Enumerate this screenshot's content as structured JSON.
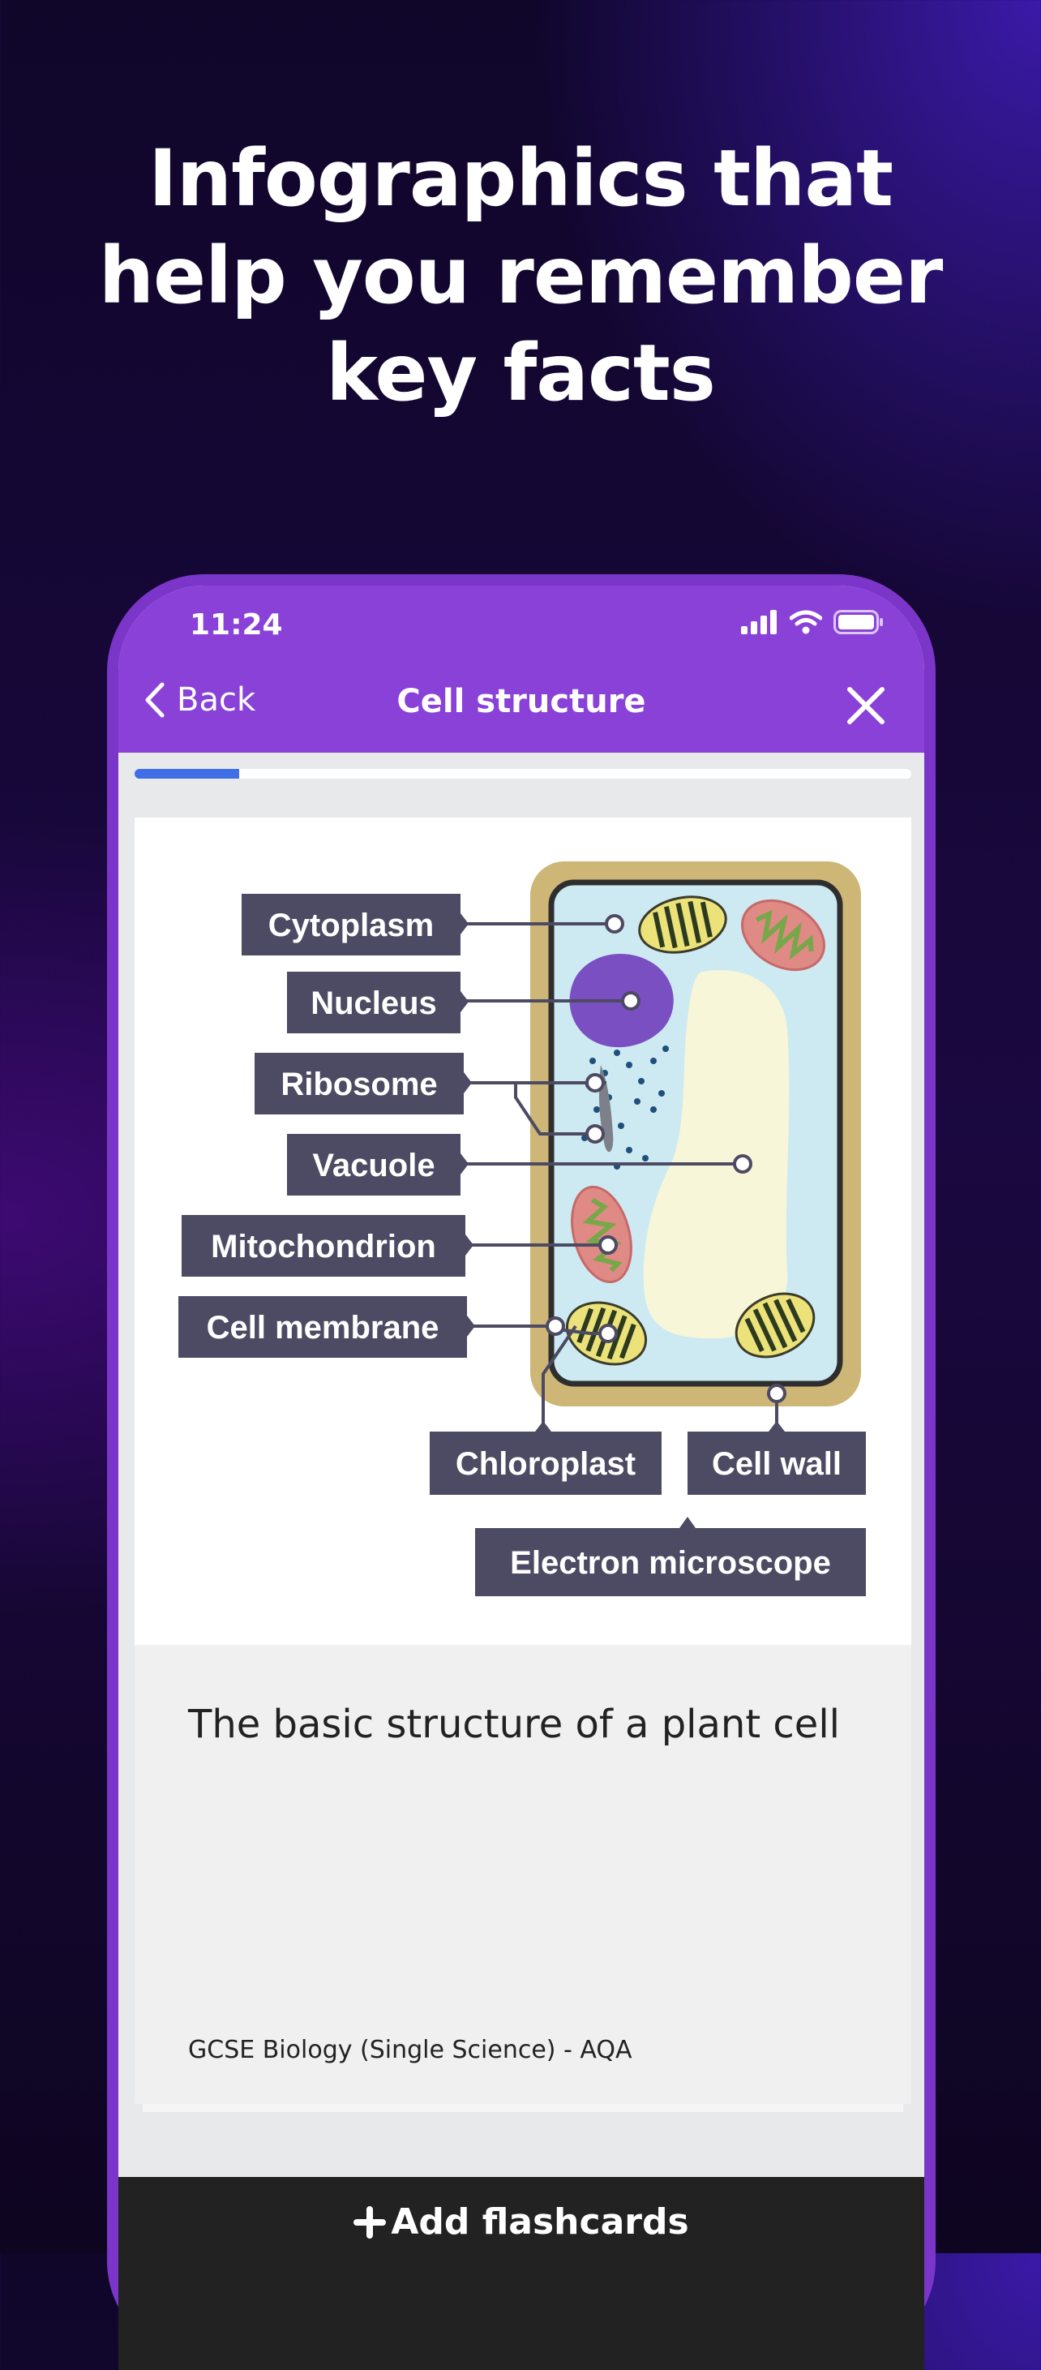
{
  "headline": {
    "line1": "Infographics that",
    "line2": "help you remember",
    "line3": "key facts"
  },
  "status_bar": {
    "time": "11:24"
  },
  "nav": {
    "back_label": "Back",
    "title": "Cell structure"
  },
  "progress": {
    "value_percent": 13.5
  },
  "diagram": {
    "labels": {
      "cytoplasm": "Cytoplasm",
      "nucleus": "Nucleus",
      "ribosome": "Ribosome",
      "vacuole": "Vacuole",
      "mitochondrion": "Mitochondrion",
      "cell_membrane": "Cell membrane",
      "chloroplast": "Chloroplast",
      "cell_wall": "Cell wall",
      "electron_microscope": "Electron microscope"
    }
  },
  "card": {
    "caption": "The basic structure of a plant cell",
    "course": "GCSE Biology (Single Science) - AQA"
  },
  "bottom_bar": {
    "add_label": "Add flashcards"
  },
  "colors": {
    "app_purple": "#8a41d8",
    "progress_blue": "#3f6ee6",
    "label_bg": "#4d4a63",
    "cell_wall": "#cdb676",
    "cytoplasm": "#cdeaf3",
    "vacuole": "#f7f6d9",
    "nucleus": "#7a4fc2"
  }
}
